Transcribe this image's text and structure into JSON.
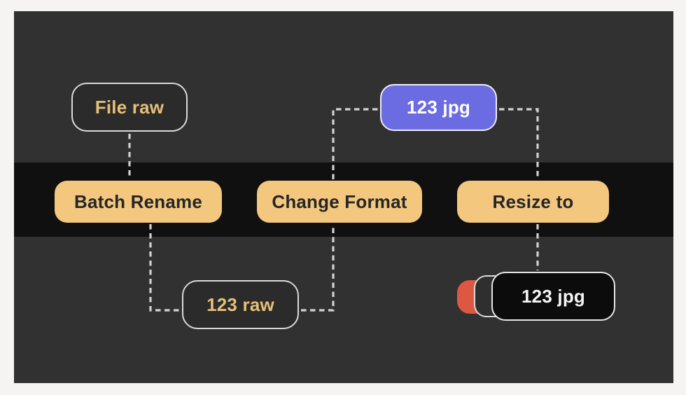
{
  "colors": {
    "page_bg": "#f5f4f2",
    "panel_bg": "#313131",
    "band_bg": "#101010",
    "connector": "#d2d2d2",
    "node_orange_bg": "#f3c87e",
    "node_orange_text": "#262626",
    "node_purple_bg": "#6c6ce2",
    "node_purple_border": "#ecebf8",
    "node_purple_text": "#ffffff",
    "node_outline_bg": "#2b2b2b",
    "node_outline_border": "#d9d9d9",
    "node_outline_text": "#e6bf77",
    "node_black_bg": "#0c0c0c",
    "node_black_border": "#e6e6e6",
    "node_black_text": "#f5f5f5",
    "stack_red": "#dc5843",
    "stack_gray_bg": "#2f2f2f",
    "stack_gray_border": "#d9d9d9"
  },
  "nodes": {
    "file_raw": {
      "label": "File raw"
    },
    "jpg_top": {
      "label": "123 jpg"
    },
    "batch_rename": {
      "label": "Batch Rename"
    },
    "change_format": {
      "label": "Change Format"
    },
    "resize_to": {
      "label": "Resize to"
    },
    "raw_bottom": {
      "label": "123 raw"
    },
    "jpg_bottom": {
      "label": "123 jpg"
    }
  }
}
